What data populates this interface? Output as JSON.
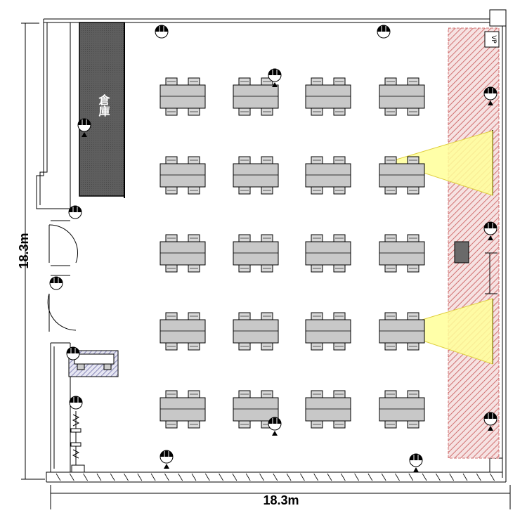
{
  "dimensions": {
    "width_label": "18.3m",
    "height_label": "18.3m"
  },
  "rooms": {
    "storage_label": "倉庫",
    "vp_label": "VP"
  },
  "layout": {
    "table_rows": 5,
    "table_cols": 4,
    "chairs_per_table_side": 2,
    "projector_count": 2
  },
  "colors": {
    "storage_fill": "#5b5b5b",
    "table_fill": "#c8c8c8",
    "chair_fill": "#d8d8d8",
    "stage_hatch": "#d88080",
    "projection_beam": "#ffff99",
    "counter_hatch": "#7070b0",
    "outline": "#000000"
  },
  "icons": {
    "wall_outlet": "outlet-icon",
    "projector_beam": "projection-beam-icon",
    "door": "door-swing-icon"
  }
}
